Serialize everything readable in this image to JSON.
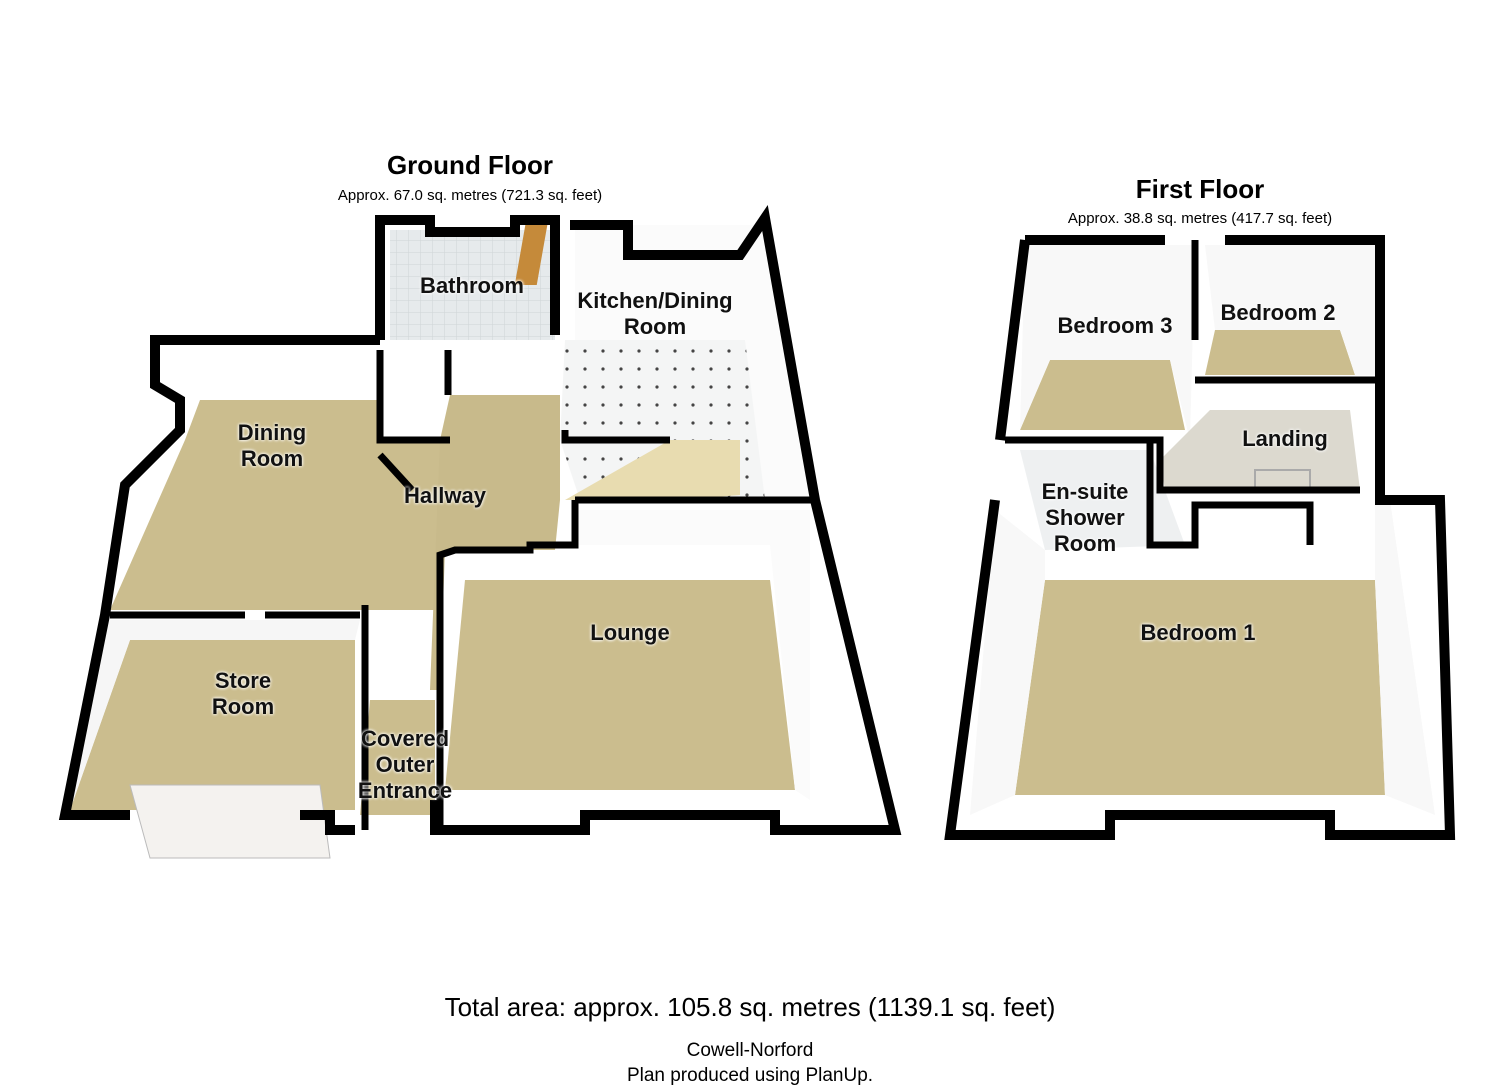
{
  "ground_floor": {
    "title": "Ground Floor",
    "area": "Approx. 67.0 sq. metres (721.3 sq. feet)",
    "rooms": {
      "bathroom": "Bathroom",
      "kitchen": [
        "Kitchen/Dining",
        "Room"
      ],
      "dining": [
        "Dining",
        "Room"
      ],
      "hallway": "Hallway",
      "lounge": "Lounge",
      "store": [
        "Store",
        "Room"
      ],
      "entrance": [
        "Covered",
        "Outer",
        "Entrance"
      ]
    }
  },
  "first_floor": {
    "title": "First Floor",
    "area": "Approx. 38.8 sq. metres (417.7 sq. feet)",
    "rooms": {
      "bedroom3": "Bedroom 3",
      "bedroom2": "Bedroom 2",
      "landing": "Landing",
      "ensuite": [
        "En-suite",
        "Shower",
        "Room"
      ],
      "bedroom1": "Bedroom 1"
    }
  },
  "footer": {
    "total": "Total area: approx. 105.8 sq. metres (1139.1 sq. feet)",
    "company": "Cowell-Norford",
    "produced": "Plan produced using PlanUp."
  },
  "colors": {
    "floor": "#cbbd8e",
    "wall": "#000000",
    "tile": "#e9edef"
  }
}
